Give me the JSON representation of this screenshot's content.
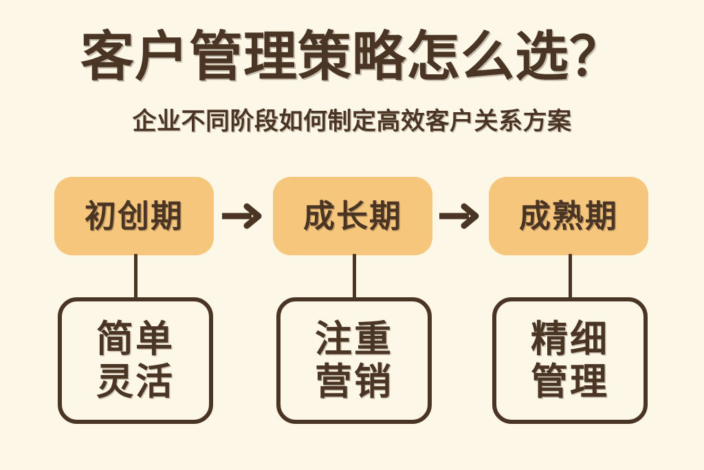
{
  "header": {
    "title": "客户管理策略怎么选？",
    "subtitle": "企业不同阶段如何制定高效客户关系方案"
  },
  "colors": {
    "background": "#fdf7e8",
    "ink": "#4a3524",
    "chip_fill": "#f6c67d",
    "card_stroke": "#4a3524"
  },
  "flow": {
    "arrow_icon": "arrow-right-icon",
    "arrows": [
      {
        "label": "→"
      },
      {
        "label": "→"
      }
    ],
    "stages": [
      {
        "stage_label": "初创期",
        "detail_line_1": "简单",
        "detail_line_2": "灵活"
      },
      {
        "stage_label": "成长期",
        "detail_line_1": "注重",
        "detail_line_2": "营销"
      },
      {
        "stage_label": "成熟期",
        "detail_line_1": "精细",
        "detail_line_2": "管理"
      }
    ]
  }
}
